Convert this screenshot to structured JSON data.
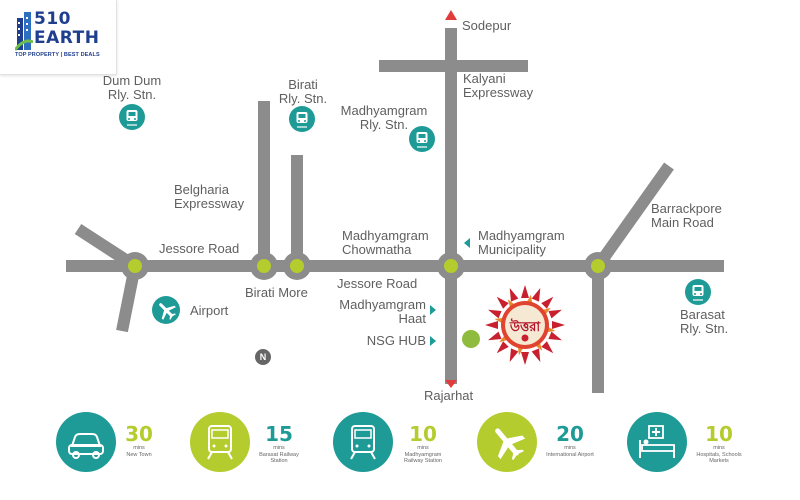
{
  "brand": {
    "name_top": "510",
    "name_bottom": "EARTH",
    "tagline": "TOP PROPERTY | BEST DEALS"
  },
  "labels": {
    "sodepur": "Sodepur",
    "kalyani": [
      "Kalyani",
      "Expressway"
    ],
    "dumdum": [
      "Dum Dum",
      "Rly. Stn."
    ],
    "birati_stn": [
      "Birati",
      "Rly. Stn."
    ],
    "madhyamgram_stn": [
      "Madhyamgram",
      "Rly. Stn."
    ],
    "belgharia": [
      "Belgharia",
      "Expressway"
    ],
    "barrackpore": [
      "Barrackpore",
      "Main Road"
    ],
    "chowmatha": [
      "Madhyamgram",
      "Chowmatha"
    ],
    "municipality": [
      "Madhyamgram",
      "Municipality"
    ],
    "jessore_left": "Jessore Road",
    "jessore_right": "Jessore Road",
    "birati_more": "Birati More",
    "airport": "Airport",
    "haat": [
      "Madhyamgram",
      "Haat"
    ],
    "nsg_hub": "NSG HUB",
    "barasat_stn": [
      "Barasat",
      "Rly. Stn."
    ],
    "rajarhat": "Rajarhat",
    "north": "N",
    "project": "উত্তরা"
  },
  "features": [
    {
      "icon": "car-icon",
      "color": "#1e9b97",
      "num_color": "#1e9b97",
      "value": "30",
      "unit": "mins",
      "text": "New Town"
    },
    {
      "icon": "train-icon",
      "color": "#b5cc2e",
      "num_color": "#1e9b97",
      "value": "15",
      "unit": "mins",
      "text": "Barasat Railway Station"
    },
    {
      "icon": "train-icon",
      "color": "#1e9b97",
      "num_color": "#1e9b97",
      "value": "10",
      "unit": "mins",
      "text": "Madhyamgram Railway Station"
    },
    {
      "icon": "airplane-icon",
      "color": "#b5cc2e",
      "num_color": "#1e9b97",
      "value": "20",
      "unit": "mins",
      "text": "International Airport"
    },
    {
      "icon": "hospital-bed-icon",
      "color": "#1e9b97",
      "num_color": "#b5cc2e",
      "value": "10",
      "unit": "mins",
      "text": "Hospitals, Schools Markets"
    }
  ],
  "colors": {
    "road": "#8c8c8c",
    "node_outer": "#8c8c8c",
    "node_inner": "#b5cc2e",
    "teal": "#1e9b97",
    "green": "#8fbc3f",
    "red": "#e23b3b",
    "brand_blue": "#1f3f8e"
  }
}
